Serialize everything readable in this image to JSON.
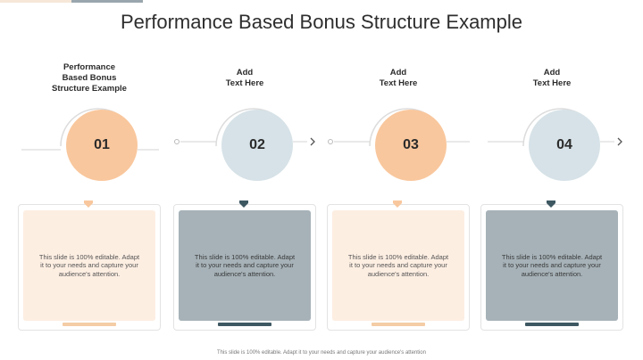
{
  "title": "Performance Based Bonus Structure Example",
  "steps": [
    {
      "number": "01",
      "label": "Performance\nBased Bonus\nStructure Example",
      "body": "This slide is 100% editable. Adapt it to your needs and capture your audience's attention."
    },
    {
      "number": "02",
      "label": "Add\nText Here",
      "body": "This slide is 100% editable. Adapt it to your needs and capture your audience's attention."
    },
    {
      "number": "03",
      "label": "Add\nText Here",
      "body": "This slide is 100% editable. Adapt it to your needs and capture your audience's attention."
    },
    {
      "number": "04",
      "label": "Add\nText Here",
      "body": "This slide is 100% editable. Adapt it to your needs and capture your audience's attention."
    }
  ],
  "footer": "This slide is 100% editable. Adapt it to your needs and capture your audience's attention",
  "colors": {
    "peach_circle": "#f9c79d",
    "blue_circle": "#d6e2e7",
    "light_card": "#fdeee2",
    "dark_card": "#a6b2b8",
    "dark_accent": "#3e5862",
    "arc_line": "#dcdcdc"
  },
  "icons": {
    "connector_end": "chevron-right-icon",
    "connector_start": "circle-dot-icon"
  }
}
